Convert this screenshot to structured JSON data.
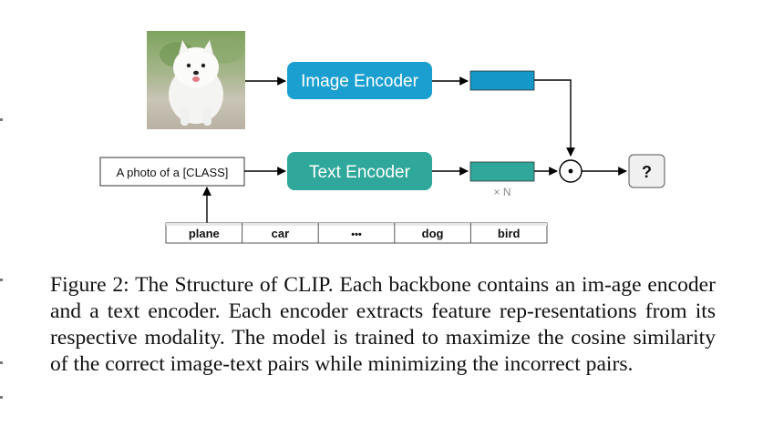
{
  "diagram": {
    "image_encoder_label": "Image Encoder",
    "text_encoder_label": "Text Encoder",
    "prompt_text": "A photo of a [CLASS]",
    "repeat_label": "× N",
    "output_label": "?",
    "dot_product_symbol": "⊙",
    "class_labels": [
      "plane",
      "car",
      "•••",
      "dog",
      "bird"
    ],
    "input_image": "photo of a white samoyed puppy walking on a path",
    "colors": {
      "image_encoder": "#1a9fd0",
      "image_feature": "#1597c8",
      "text_encoder": "#2fa89b",
      "text_feature": "#2fa89b",
      "output_box": "#f0f0f0",
      "table_header": "#e8e8e8"
    }
  },
  "caption": {
    "text": "Figure 2: The Structure of CLIP. Each backbone contains an im-­age encoder and a text encoder. Each encoder extracts feature rep-­resentations from its respective modality. The model is trained to maximize the cosine similarity of the correct image-text pairs while minimizing the incorrect pairs."
  }
}
